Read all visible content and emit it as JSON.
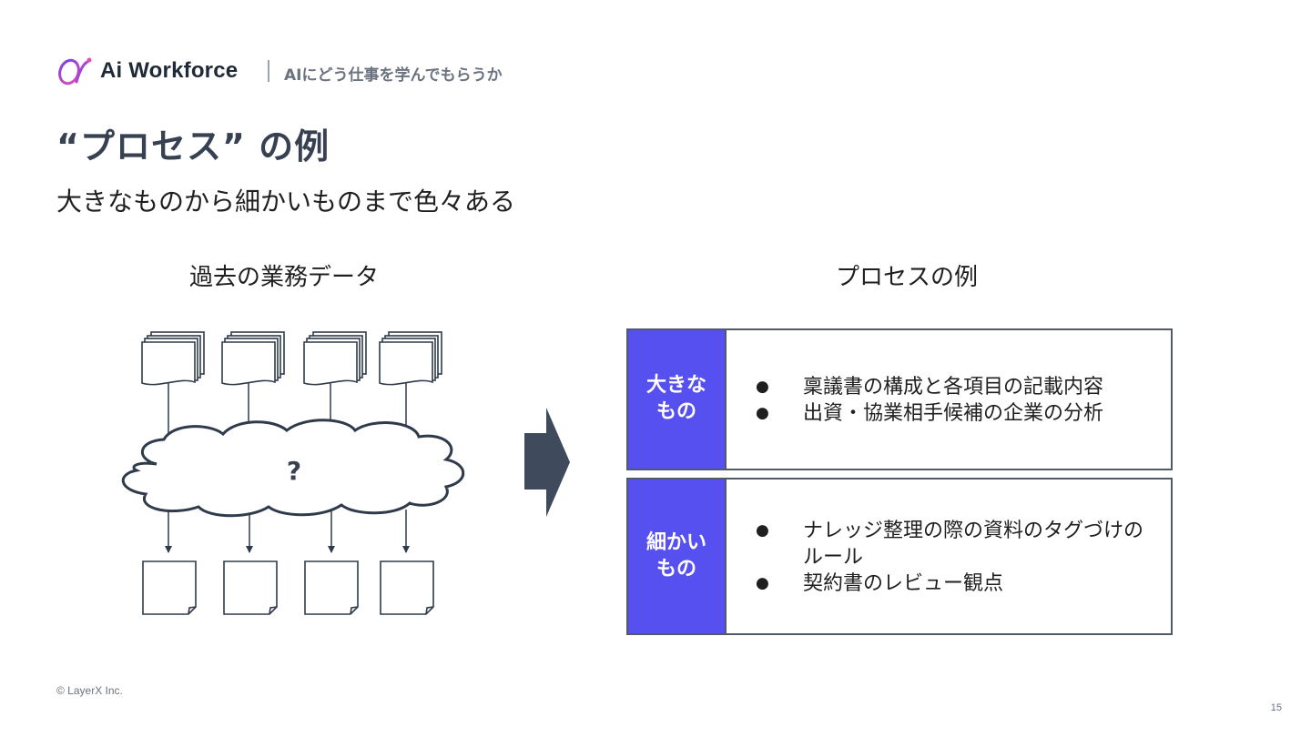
{
  "header": {
    "brand": "Ai Workforce",
    "subtitle": "AIにどう仕事を学んでもらうか",
    "logo_icon": "ai-workforce-logo-icon"
  },
  "slide": {
    "title": "“プロセス” の例",
    "subtitle": "大きなものから細かいものまで色々ある",
    "left_heading": "過去の業務データ",
    "right_heading": "プロセスの例",
    "diagram_question": "?"
  },
  "examples": [
    {
      "label": "大きな\nもの",
      "items": [
        "稟議書の構成と各項目の記載内容",
        "出資・協業相手候補の企業の分析"
      ]
    },
    {
      "label": "細かい\nもの",
      "items": [
        "ナレッジ整理の際の資料のタグづけのルール",
        "契約書のレビュー観点"
      ]
    }
  ],
  "footer": {
    "copyright": "© LayerX Inc.",
    "page_number": "15"
  },
  "colors": {
    "label_bg": "#5650f0",
    "title_text": "#374151",
    "arrow": "#3f4a5c",
    "diagram_stroke": "#2f3a4a"
  }
}
